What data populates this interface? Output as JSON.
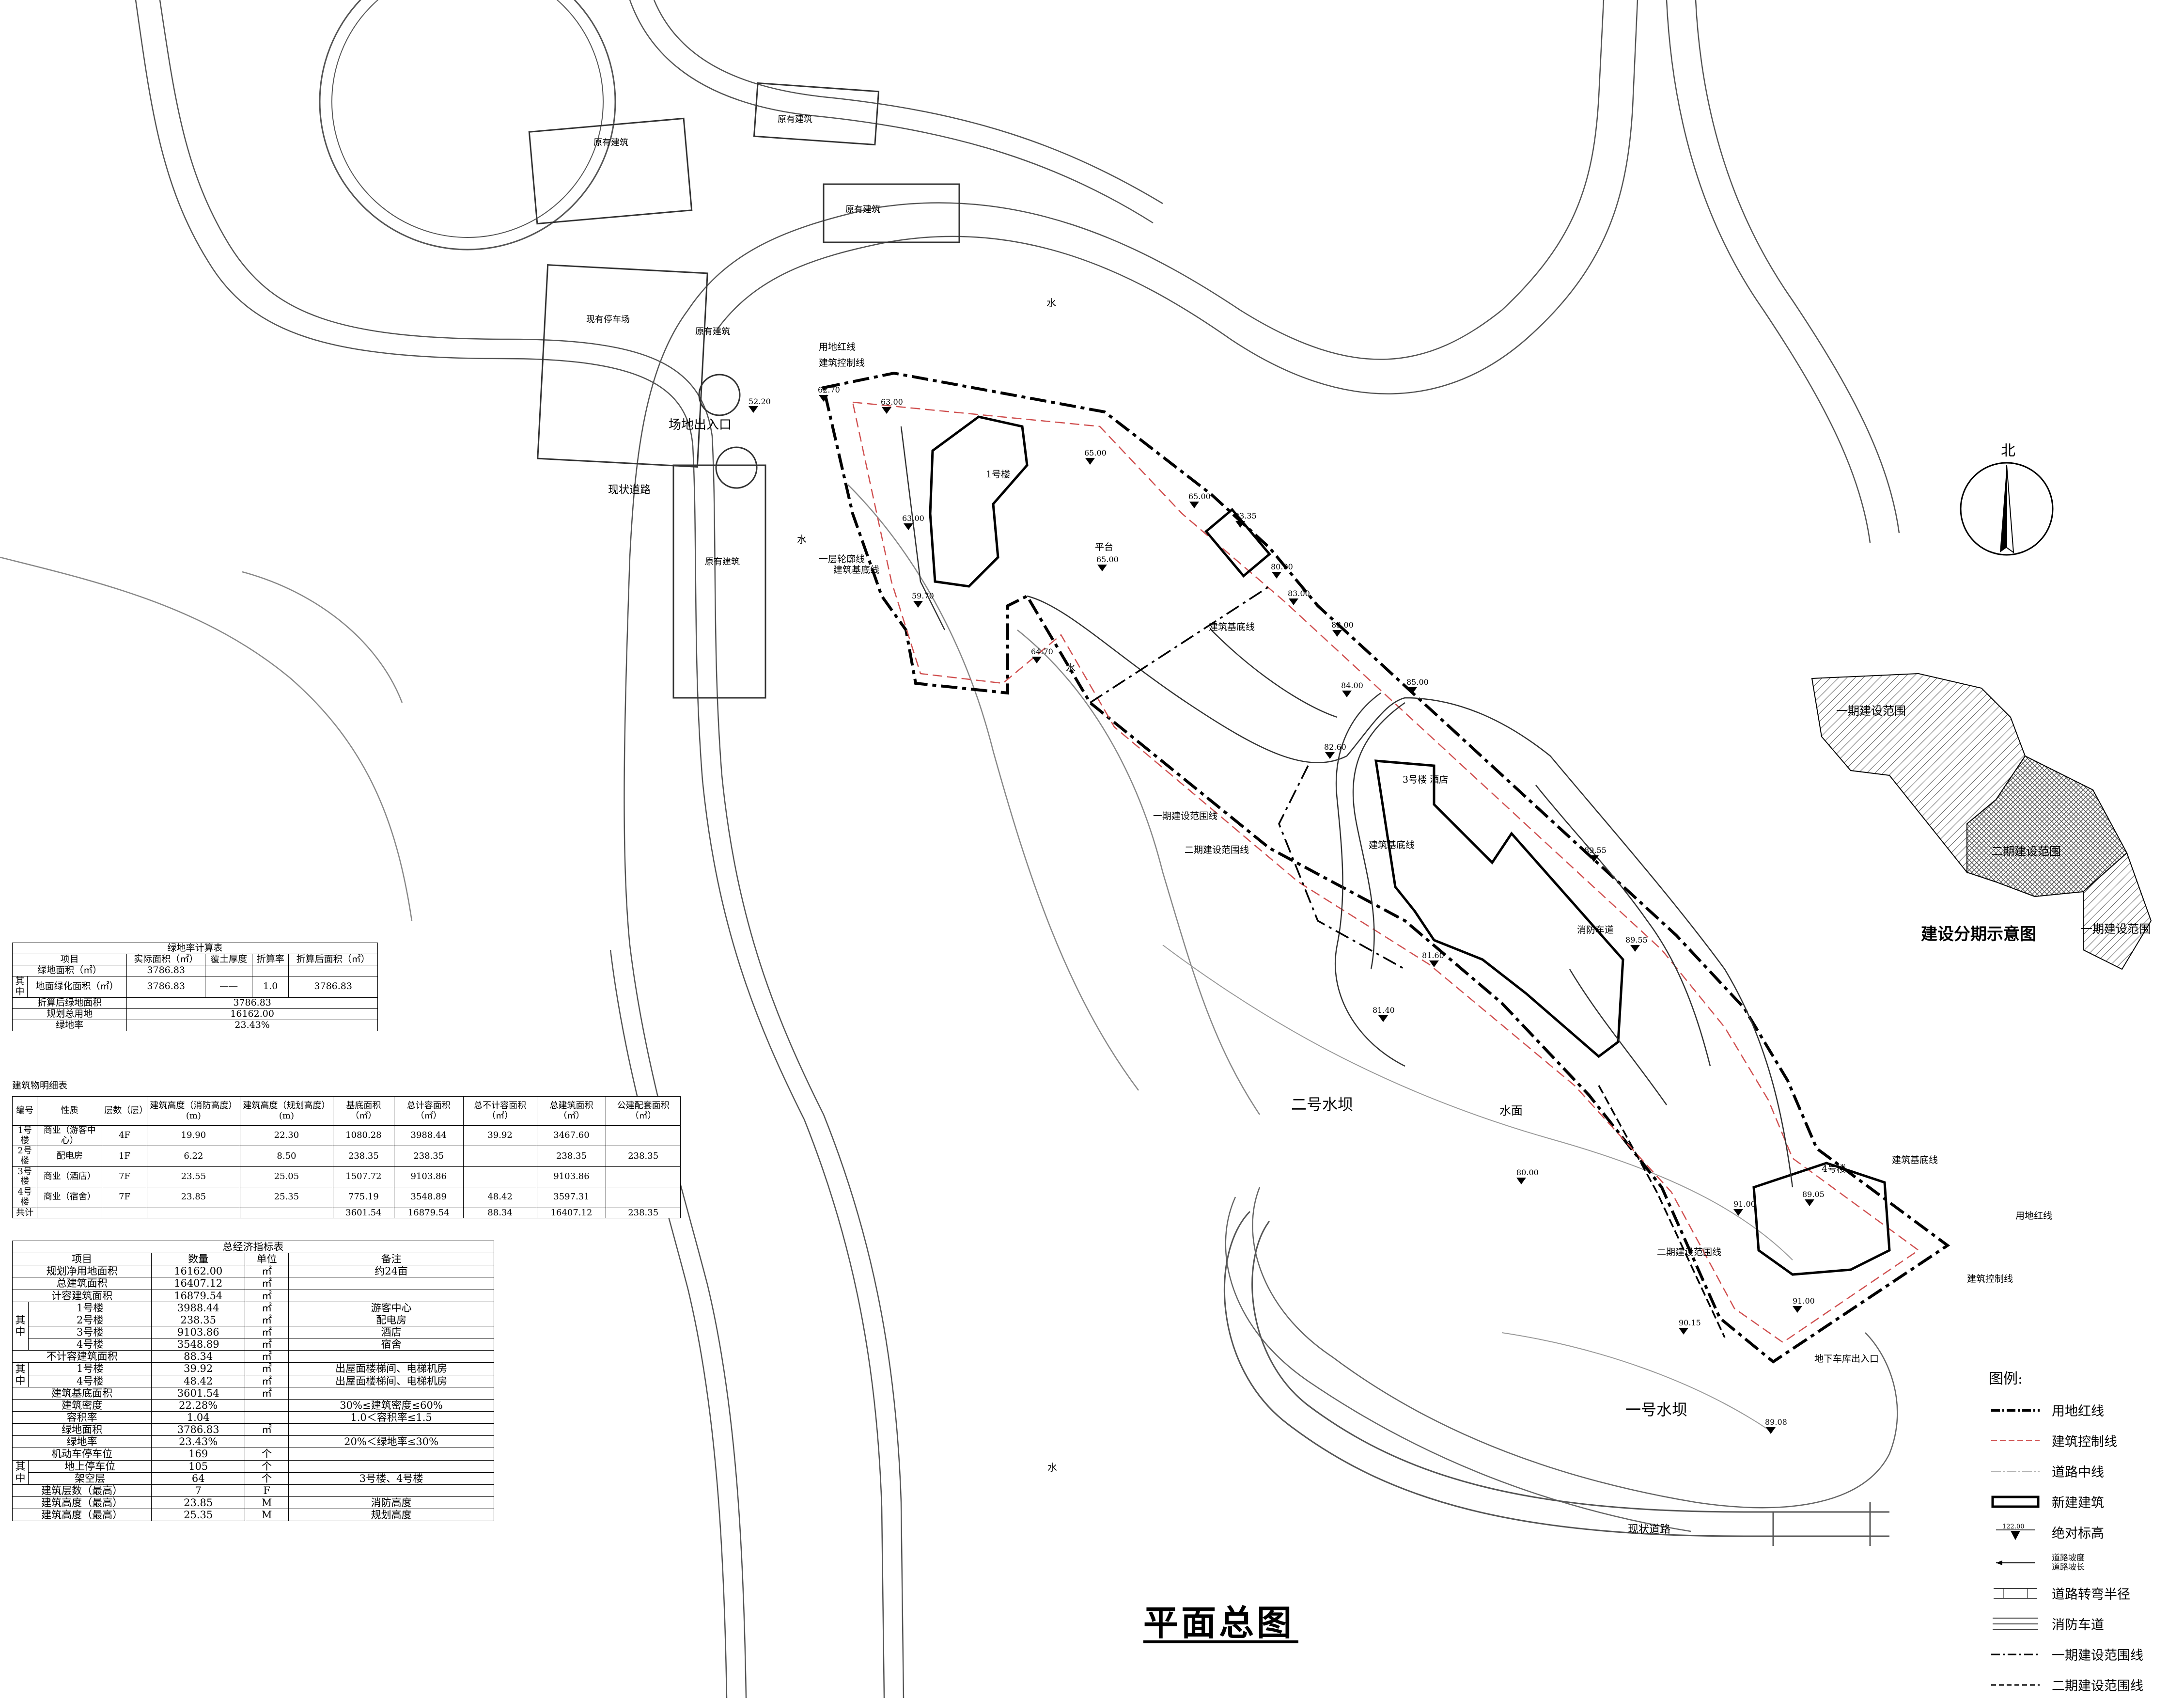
{
  "page_title": "平面总图",
  "north_label": "北",
  "phase_diagram": {
    "title": "建设分期示意图",
    "labels": [
      "一期建设范围",
      "二期建设范围",
      "一期建设范围"
    ]
  },
  "map_labels": {
    "existing_building": "原有建筑",
    "existing_parking": "现有停车场",
    "site_entrance": "场地出入口",
    "existing_road": "现状道路",
    "water": "水",
    "water_surface": "水面",
    "dam_2": "二号水坝",
    "dam_1": "一号水坝",
    "property_line": "用地红线",
    "building_control_line": "建筑控制线",
    "building_base_line": "建筑基底线",
    "first_floor_contour": "一层轮廓线",
    "phase1_boundary": "一期建设范围线",
    "phase2_boundary": "二期建设范围线",
    "fire_lane": "消防车道",
    "platform": "平台",
    "building_1": "1号楼",
    "building_3": "3号楼 酒店",
    "building_4": "4号楼",
    "parking_entrance": "地下车库出入口",
    "elevations": [
      "52.20",
      "62.70",
      "63.00",
      "65.00",
      "65.00",
      "65.00",
      "63.00",
      "59.70",
      "64.70",
      "83.35",
      "80.00",
      "83.00",
      "83.00",
      "84.00",
      "85.00",
      "82.60",
      "81.60",
      "81.40",
      "89.55",
      "89.55",
      "80.00",
      "91.00",
      "89.05",
      "91.00",
      "90.15",
      "89.08"
    ]
  },
  "greening_table": {
    "title": "绿地率计算表",
    "headers": [
      "项目",
      "实际面积（㎡）",
      "覆土厚度",
      "折算率",
      "折算后面积（㎡）"
    ],
    "rows": [
      [
        "绿地面积（㎡）",
        "3786.83",
        "",
        "",
        ""
      ],
      [
        "地面绿化面积（㎡）",
        "3786.83",
        "——",
        "1.0",
        "3786.83"
      ]
    ],
    "sub_label": "其中",
    "summary": [
      [
        "折算后绿地面积",
        "3786.83"
      ],
      [
        "规划总用地",
        "16162.00"
      ],
      [
        "绿地率",
        "23.43%"
      ]
    ]
  },
  "building_table": {
    "title": "建筑物明细表",
    "headers": [
      "编号",
      "性质",
      "层数（层）",
      "建筑高度（消防高度）(m)",
      "建筑高度（规划高度）(m)",
      "基底面积（㎡）",
      "总计容面积（㎡）",
      "总不计容面积（㎡）",
      "总建筑面积（㎡）",
      "公建配套面积（㎡）"
    ],
    "rows": [
      [
        "1号楼",
        "商业（游客中心）",
        "4F",
        "19.90",
        "22.30",
        "1080.28",
        "3988.44",
        "39.92",
        "3467.60",
        ""
      ],
      [
        "2号楼",
        "配电房",
        "1F",
        "6.22",
        "8.50",
        "238.35",
        "238.35",
        "",
        "238.35",
        "238.35"
      ],
      [
        "3号楼",
        "商业（酒店）",
        "7F",
        "23.55",
        "25.05",
        "1507.72",
        "9103.86",
        "",
        "9103.86",
        ""
      ],
      [
        "4号楼",
        "商业（宿舍）",
        "7F",
        "23.85",
        "25.35",
        "775.19",
        "3548.89",
        "48.42",
        "3597.31",
        ""
      ],
      [
        "共计",
        "",
        "",
        "",
        "",
        "3601.54",
        "16879.54",
        "88.34",
        "16407.12",
        "238.35"
      ]
    ]
  },
  "economic_table": {
    "title": "总经济指标表",
    "headers": [
      "项目",
      "数量",
      "单位",
      "备注"
    ],
    "rows": [
      {
        "g": "",
        "item": "规划净用地面积",
        "qty": "16162.00",
        "unit": "㎡",
        "note": "约24亩"
      },
      {
        "g": "",
        "item": "总建筑面积",
        "qty": "16407.12",
        "unit": "㎡",
        "note": ""
      },
      {
        "g": "",
        "item": "计容建筑面积",
        "qty": "16879.54",
        "unit": "㎡",
        "note": ""
      },
      {
        "g": "其中",
        "item": "1号楼",
        "qty": "3988.44",
        "unit": "㎡",
        "note": "游客中心"
      },
      {
        "g": "",
        "item": "2号楼",
        "qty": "238.35",
        "unit": "㎡",
        "note": "配电房"
      },
      {
        "g": "",
        "item": "3号楼",
        "qty": "9103.86",
        "unit": "㎡",
        "note": "酒店"
      },
      {
        "g": "",
        "item": "4号楼",
        "qty": "3548.89",
        "unit": "㎡",
        "note": "宿舍"
      },
      {
        "g": "",
        "item": "不计容建筑面积",
        "qty": "88.34",
        "unit": "㎡",
        "note": ""
      },
      {
        "g": "其中",
        "item": "1号楼",
        "qty": "39.92",
        "unit": "㎡",
        "note": "出屋面楼梯间、电梯机房"
      },
      {
        "g": "",
        "item": "4号楼",
        "qty": "48.42",
        "unit": "㎡",
        "note": "出屋面楼梯间、电梯机房"
      },
      {
        "g": "",
        "item": "建筑基底面积",
        "qty": "3601.54",
        "unit": "㎡",
        "note": ""
      },
      {
        "g": "",
        "item": "建筑密度",
        "qty": "22.28%",
        "unit": "",
        "note": "30%≤建筑密度≤60%"
      },
      {
        "g": "",
        "item": "容积率",
        "qty": "1.04",
        "unit": "",
        "note": "1.0＜容积率≤1.5"
      },
      {
        "g": "",
        "item": "绿地面积",
        "qty": "3786.83",
        "unit": "㎡",
        "note": ""
      },
      {
        "g": "",
        "item": "绿地率",
        "qty": "23.43%",
        "unit": "",
        "note": "20%＜绿地率≤30%"
      },
      {
        "g": "",
        "item": "机动车停车位",
        "qty": "169",
        "unit": "个",
        "note": ""
      },
      {
        "g": "其中",
        "item": "地上停车位",
        "qty": "105",
        "unit": "个",
        "note": ""
      },
      {
        "g": "",
        "item": "架空层",
        "qty": "64",
        "unit": "个",
        "note": "3号楼、4号楼"
      },
      {
        "g": "",
        "item": "建筑层数（最高）",
        "qty": "7",
        "unit": "F",
        "note": ""
      },
      {
        "g": "",
        "item": "建筑高度（最高）",
        "qty": "23.85",
        "unit": "M",
        "note": "消防高度"
      },
      {
        "g": "",
        "item": "建筑高度（最高）",
        "qty": "25.35",
        "unit": "M",
        "note": "规划高度"
      }
    ]
  },
  "legend": {
    "title": "图例:",
    "items": [
      "用地红线",
      "建筑控制线",
      "道路中线",
      "新建建筑",
      "绝对标高",
      "道路坡度 道路坡长",
      "道路转弯半径",
      "消防车道",
      "一期建设范围线",
      "二期建设范围线"
    ],
    "elevation_sample": "122.00"
  }
}
